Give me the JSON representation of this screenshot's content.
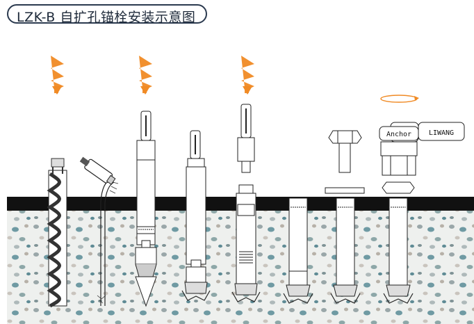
{
  "title": "LZK-B 自扩孔锚栓安装示意图",
  "labels": {
    "anchor_tag": "Anchor",
    "brand_tag": "LIWANG"
  },
  "colors": {
    "arrow_orange": "#f08a24",
    "ground_black": "#111111",
    "concrete": "#eef0ee",
    "outline": "#222222"
  },
  "icons": {
    "hammer_arrow": "hammer-arrow-icon",
    "rotate": "rotate-arrow-icon"
  }
}
